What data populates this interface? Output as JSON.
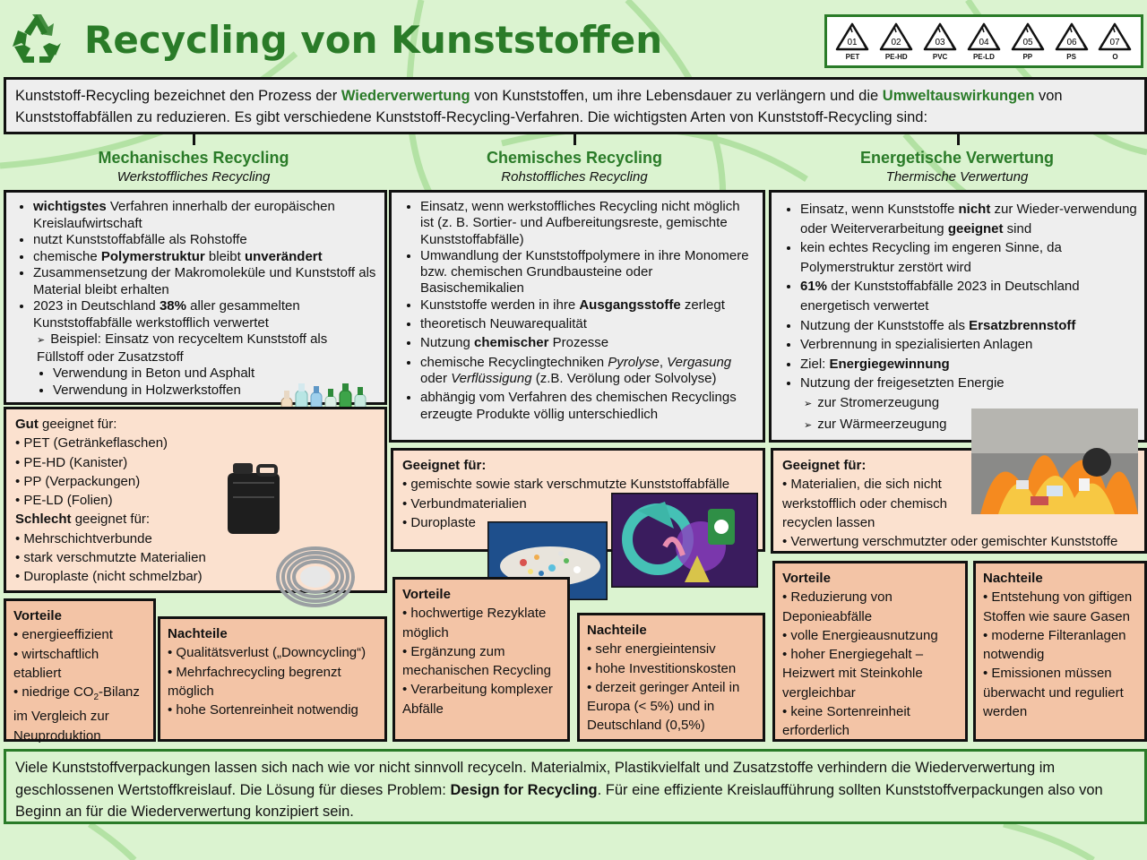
{
  "header": {
    "title": "Recycling von Kunststoffen",
    "codes": [
      {
        "num": "01",
        "label": "PET"
      },
      {
        "num": "02",
        "label": "PE-HD"
      },
      {
        "num": "03",
        "label": "PVC"
      },
      {
        "num": "04",
        "label": "PE-LD"
      },
      {
        "num": "05",
        "label": "PP"
      },
      {
        "num": "06",
        "label": "PS"
      },
      {
        "num": "07",
        "label": "O"
      }
    ]
  },
  "intro": {
    "p1": "Kunststoff-Recycling bezeichnet den Prozess der ",
    "h1": "Wiederverwertung",
    "p2": " von Kunststoffen, um ihre Lebensdauer zu verlängern und die ",
    "h2": "Umweltauswirkungen",
    "p3": " von Kunststoffabfällen zu reduzieren. Es gibt verschiedene Kunststoff-Recycling-Verfahren. Die wichtigsten Arten von Kunststoff-Recycling sind:"
  },
  "col1": {
    "title": "Mechanisches Recycling",
    "subtitle": "Werkstoffliches Recycling",
    "b1_bold": "wichtigstes",
    "b1_rest": " Verfahren innerhalb der europäischen Kreislaufwirtschaft",
    "b2": "nutzt Kunststoffabfälle als Rohstoffe",
    "b3_pre": "chemische ",
    "b3_bold1": "Polymerstruktur",
    "b3_mid": " bleibt ",
    "b3_bold2": "unverändert",
    "b4": "Zusammensetzung der Makromoleküle und Kunststoff als Material bleibt erhalten",
    "b5_pre": "2023 in Deutschland ",
    "b5_bold": "38%",
    "b5_rest": " aller gesammelten Kunststoffabfälle werkstofflich verwertet",
    "sub1": "Beispiel: Einsatz von recyceltem Kunststoff als Füllstoff oder Zusatzstoff",
    "sub2": "Verwendung in Beton und Asphalt",
    "sub3": "Verwendung in Holzwerkstoffen",
    "good_bold": "Gut",
    "good_rest": " geeignet für:",
    "good": [
      "• PET (Getränkeflaschen)",
      "• PE-HD (Kanister)",
      "• PP (Verpackungen)",
      "• PE-LD (Folien)"
    ],
    "bad_bold": "Schlecht",
    "bad_rest": " geeignet für:",
    "bad": [
      "• Mehrschichtverbunde",
      "• stark verschmutzte Materialien",
      "• Duroplaste (nicht schmelzbar)"
    ],
    "pros_title": "Vorteile",
    "pros_1": "• energieeffizient",
    "pros_2": "• wirtschaftlich etabliert",
    "pros_3a": "• niedrige CO",
    "pros_3sub": "2",
    "pros_3b": "-Bilanz im Vergleich zur Neuproduktion",
    "cons_title": "Nachteile",
    "cons": [
      "• Qualitätsverlust („Downcycling“)",
      "• Mehrfachrecycling begrenzt möglich",
      "• hohe Sortenreinheit notwendig"
    ]
  },
  "col2": {
    "title": "Chemisches Recycling",
    "subtitle": "Rohstoffliches Recycling",
    "b1": "Einsatz, wenn werkstoffliches Recycling nicht möglich ist (z. B. Sortier- und Aufbereitungsreste, gemischte Kunststoffabfälle)",
    "b2": "Umwandlung der Kunststoffpolymere in ihre Monomere bzw. chemischen Grundbausteine oder Basischemikalien",
    "b3_pre": "Kunststoffe werden in ihre ",
    "b3_bold": "Ausgangsstoffe",
    "b3_rest": " zerlegt",
    "b4": "theoretisch Neuwarequalität",
    "b5_pre": "Nutzung ",
    "b5_bold": "chemischer",
    "b5_rest": " Prozesse",
    "b6_pre": "chemische Recyclingtechniken ",
    "b6_i1": "Pyrolyse",
    "b6_c": ", ",
    "b6_i2": "Vergasung",
    "b6_mid": " oder ",
    "b6_i3": "Verflüssigung",
    "b6_rest": " (z.B. Verölung oder Solvolyse)",
    "b7": "abhängig vom Verfahren des chemischen Recyclings erzeugte Produkte völlig unterschiedlich",
    "suit_title": "Geeignet für:",
    "suit": [
      "• gemischte sowie stark verschmutzte Kunststoffabfälle",
      "• Verbundmaterialien",
      "• Duroplaste"
    ],
    "pros_title": "Vorteile",
    "pros": [
      "• hochwertige Rezyklate möglich",
      "• Ergänzung zum mechanischen Recycling",
      "• Verarbeitung komplexer Abfälle"
    ],
    "cons_title": "Nachteile",
    "cons": [
      "• sehr energieintensiv",
      "• hohe Investitionskosten",
      "• derzeit geringer Anteil in Europa (< 5%) und in Deutschland (0,5%)"
    ]
  },
  "col3": {
    "title": "Energetische Verwertung",
    "subtitle": "Thermische Verwertung",
    "b1_pre": "Einsatz, wenn Kunststoffe ",
    "b1_bold1": "nicht",
    "b1_mid": " zur Wieder-verwendung oder Weiterverarbeitung ",
    "b1_bold2": "geeignet",
    "b1_rest": " sind",
    "b2": "kein echtes Recycling im engeren Sinne, da Polymerstruktur zerstört wird",
    "b3_bold": "61%",
    "b3_rest": " der Kunststoffabfälle 2023 in Deutschland energetisch verwertet",
    "b4_pre": "Nutzung der Kunststoffe als ",
    "b4_bold": "Ersatzbrennstoff",
    "b5": "Verbrennung in spezialisierten Anlagen",
    "b6_pre": "Ziel: ",
    "b6_bold": "Energiegewinnung",
    "b7": "Nutzung der freigesetzten Energie",
    "sub1": "zur Stromerzeugung",
    "sub2": "zur Wärmeerzeugung",
    "suit_title": "Geeignet für:",
    "suit": [
      "• Materialien, die sich nicht werkstofflich oder chemisch recyclen lassen",
      "• Verwertung verschmutzter oder gemischter Kunststoffe"
    ],
    "pros_title": "Vorteile",
    "pros": [
      "• Reduzierung von Deponieabfälle",
      "• volle Energieausnutzung",
      "• hoher Energiegehalt – Heizwert mit Steinkohle vergleichbar",
      "• keine Sortenreinheit erforderlich"
    ],
    "cons_title": "Nachteile",
    "cons": [
      "• Entstehung von giftigen Stoffen wie saure Gasen",
      "• moderne Filteranlagen notwendig",
      "• Emissionen müssen überwacht und reguliert werden"
    ]
  },
  "footer": {
    "p1": "Viele Kunststoffverpackungen lassen sich nach wie vor nicht sinnvoll recyceln. Materialmix, Plastikvielfalt und Zusatzstoffe verhindern die Wiederverwertung im geschlossenen Wertstoffkreislauf. Die Lösung für dieses Problem: ",
    "bold": "Design for Recycling",
    "p2": ". Für eine effiziente Kreislaufführung sollten Kunststoffverpackungen also von Beginn an für die Wiederverwertung konzipiert sein."
  },
  "colors": {
    "accent": "#2a7b28",
    "background": "#dbf3d0",
    "box_grey": "#eeeeee",
    "box_peach": "#fbe1cf",
    "box_salmon": "#f3c4a6"
  }
}
